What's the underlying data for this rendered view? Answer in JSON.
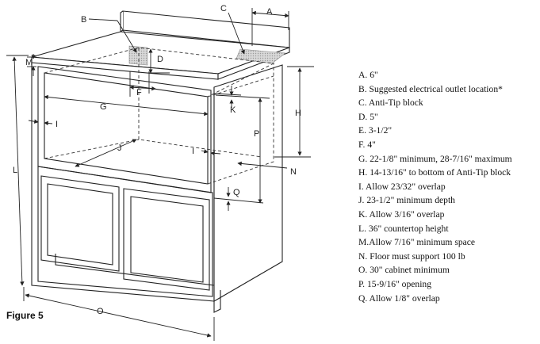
{
  "figure": {
    "caption": "Figure 5"
  },
  "labels": {
    "A": "A",
    "B": "B",
    "C": "C",
    "D": "D",
    "F": "F",
    "G": "G",
    "H": "H",
    "I_left": "I",
    "I_right": "I",
    "J": "J",
    "K": "K",
    "L": "L",
    "M": "M",
    "N": "N",
    "O": "O",
    "P": "P",
    "Q": "Q"
  },
  "legend": [
    {
      "key": "A.",
      "text": "6\""
    },
    {
      "key": "B.",
      "text": "Suggested electrical outlet location*"
    },
    {
      "key": "C.",
      "text": "Anti-Tip block"
    },
    {
      "key": "D.",
      "text": "5\""
    },
    {
      "key": "E.",
      "text": "3-1/2\""
    },
    {
      "key": "F.",
      "text": "4\""
    },
    {
      "key": "G.",
      "text": "22-1/8\" minimum, 28-7/16\" maximum"
    },
    {
      "key": "H.",
      "text": "14-13/16\" to bottom of Anti-Tip block"
    },
    {
      "key": "I.",
      "text": "Allow 23/32\" overlap"
    },
    {
      "key": "J.",
      "text": "23-1/2\" minimum depth"
    },
    {
      "key": "K.",
      "text": "Allow 3/16\" overlap"
    },
    {
      "key": "L.",
      "text": "36\" countertop height"
    },
    {
      "key": "M.",
      "text": "Allow 7/16\" minimum space"
    },
    {
      "key": "N.",
      "text": "Floor must support 100 lb"
    },
    {
      "key": "O.",
      "text": "30\" cabinet minimum"
    },
    {
      "key": "P.",
      "text": "15-9/16\" opening"
    },
    {
      "key": "Q.",
      "text": "Allow 1/8\" overlap"
    }
  ]
}
